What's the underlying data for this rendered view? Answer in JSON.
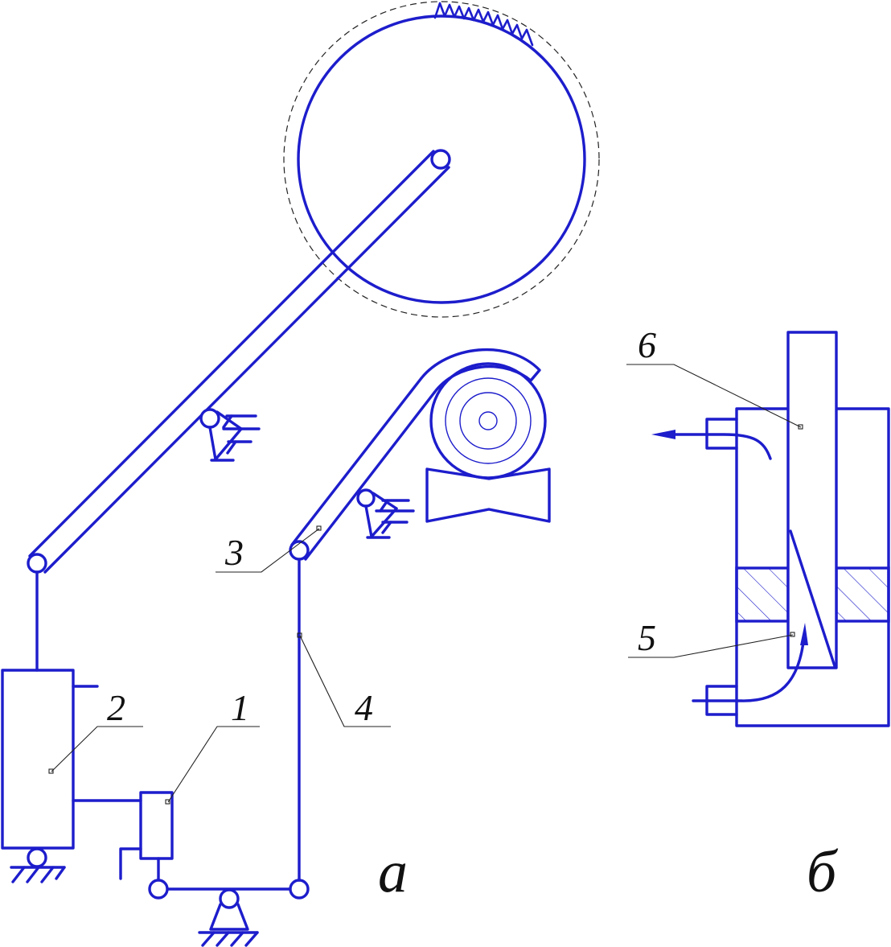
{
  "labels": {
    "part1": "1",
    "part2": "2",
    "part3": "3",
    "part4": "4",
    "part5": "5",
    "part6": "6"
  },
  "views": {
    "a": "а",
    "b": "б"
  },
  "colors": {
    "line": "#1d1dcc",
    "leader": "#222222",
    "background": "#ffffff"
  }
}
